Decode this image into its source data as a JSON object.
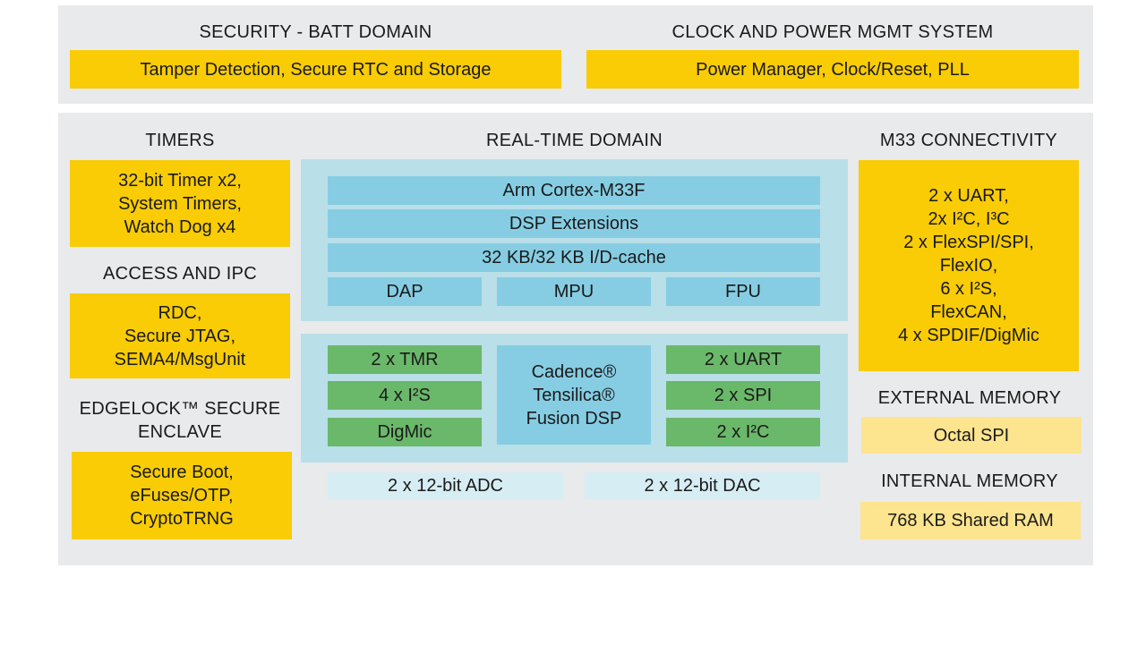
{
  "security": {
    "title": "SECURITY - BATT DOMAIN",
    "content": "Tamper Detection, Secure RTC and Storage"
  },
  "clock": {
    "title": "CLOCK AND POWER MGMT SYSTEM",
    "content": "Power Manager, Clock/Reset, PLL"
  },
  "timers": {
    "title": "TIMERS",
    "content": "32-bit Timer x2,\nSystem Timers,\nWatch Dog x4"
  },
  "access": {
    "title": "ACCESS AND IPC",
    "content": "RDC,\nSecure JTAG,\nSEMA4/MsgUnit"
  },
  "edgelock": {
    "title": "EDGELOCK™ SECURE\nENCLAVE",
    "content": "Secure Boot,\neFuses/OTP,\nCryptoTRNG"
  },
  "realtime": {
    "title": "REAL-TIME DOMAIN",
    "core": "Arm Cortex-M33F",
    "dsp_ext": "DSP Extensions",
    "cache": "32 KB/32 KB I/D-cache",
    "dap": "DAP",
    "mpu": "MPU",
    "fpu": "FPU",
    "tmr": "2 x TMR",
    "i2s": "4 x I²S",
    "digmic": "DigMic",
    "dsp": "Cadence®\nTensilica®\nFusion DSP",
    "uart": "2 x UART",
    "spi": "2 x SPI",
    "i2c": "2 x I²C",
    "adc": "2 x 12-bit ADC",
    "dac": "2 x 12-bit DAC"
  },
  "connectivity": {
    "title": "M33 CONNECTIVITY",
    "content": "2 x UART,\n2x I²C, I³C\n2 x FlexSPI/SPI,\nFlexIO,\n6 x I²S,\nFlexCAN,\n4 x SPDIF/DigMic"
  },
  "external_memory": {
    "title": "EXTERNAL MEMORY",
    "content": "Octal SPI"
  },
  "internal_memory": {
    "title": "INTERNAL MEMORY",
    "content": "768 KB Shared RAM"
  },
  "colors": {
    "panel": "#e9eaeb",
    "yellow": "#f9cc05",
    "light_yellow": "#fde48f",
    "domain_blue": "#b9dfe8",
    "block_blue": "#86cde3",
    "light_blue": "#d6edf3",
    "green": "#6ab86a"
  }
}
